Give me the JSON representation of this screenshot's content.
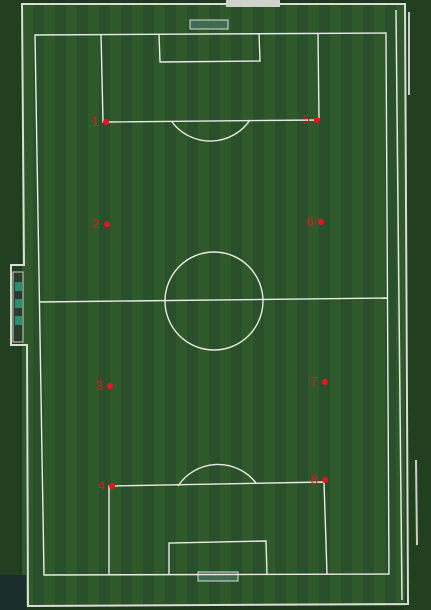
{
  "colors": {
    "grass": "#2f5a2a",
    "grass_dark": "#274c23",
    "surround": "#1f3a1c",
    "lines": "#e9ece6",
    "marker": "#e8141e"
  },
  "markers": [
    {
      "label": "1"
    },
    {
      "label": "2"
    },
    {
      "label": "3"
    },
    {
      "label": "4"
    },
    {
      "label": "5"
    },
    {
      "label": "6"
    },
    {
      "label": "7"
    },
    {
      "label": "8"
    }
  ]
}
